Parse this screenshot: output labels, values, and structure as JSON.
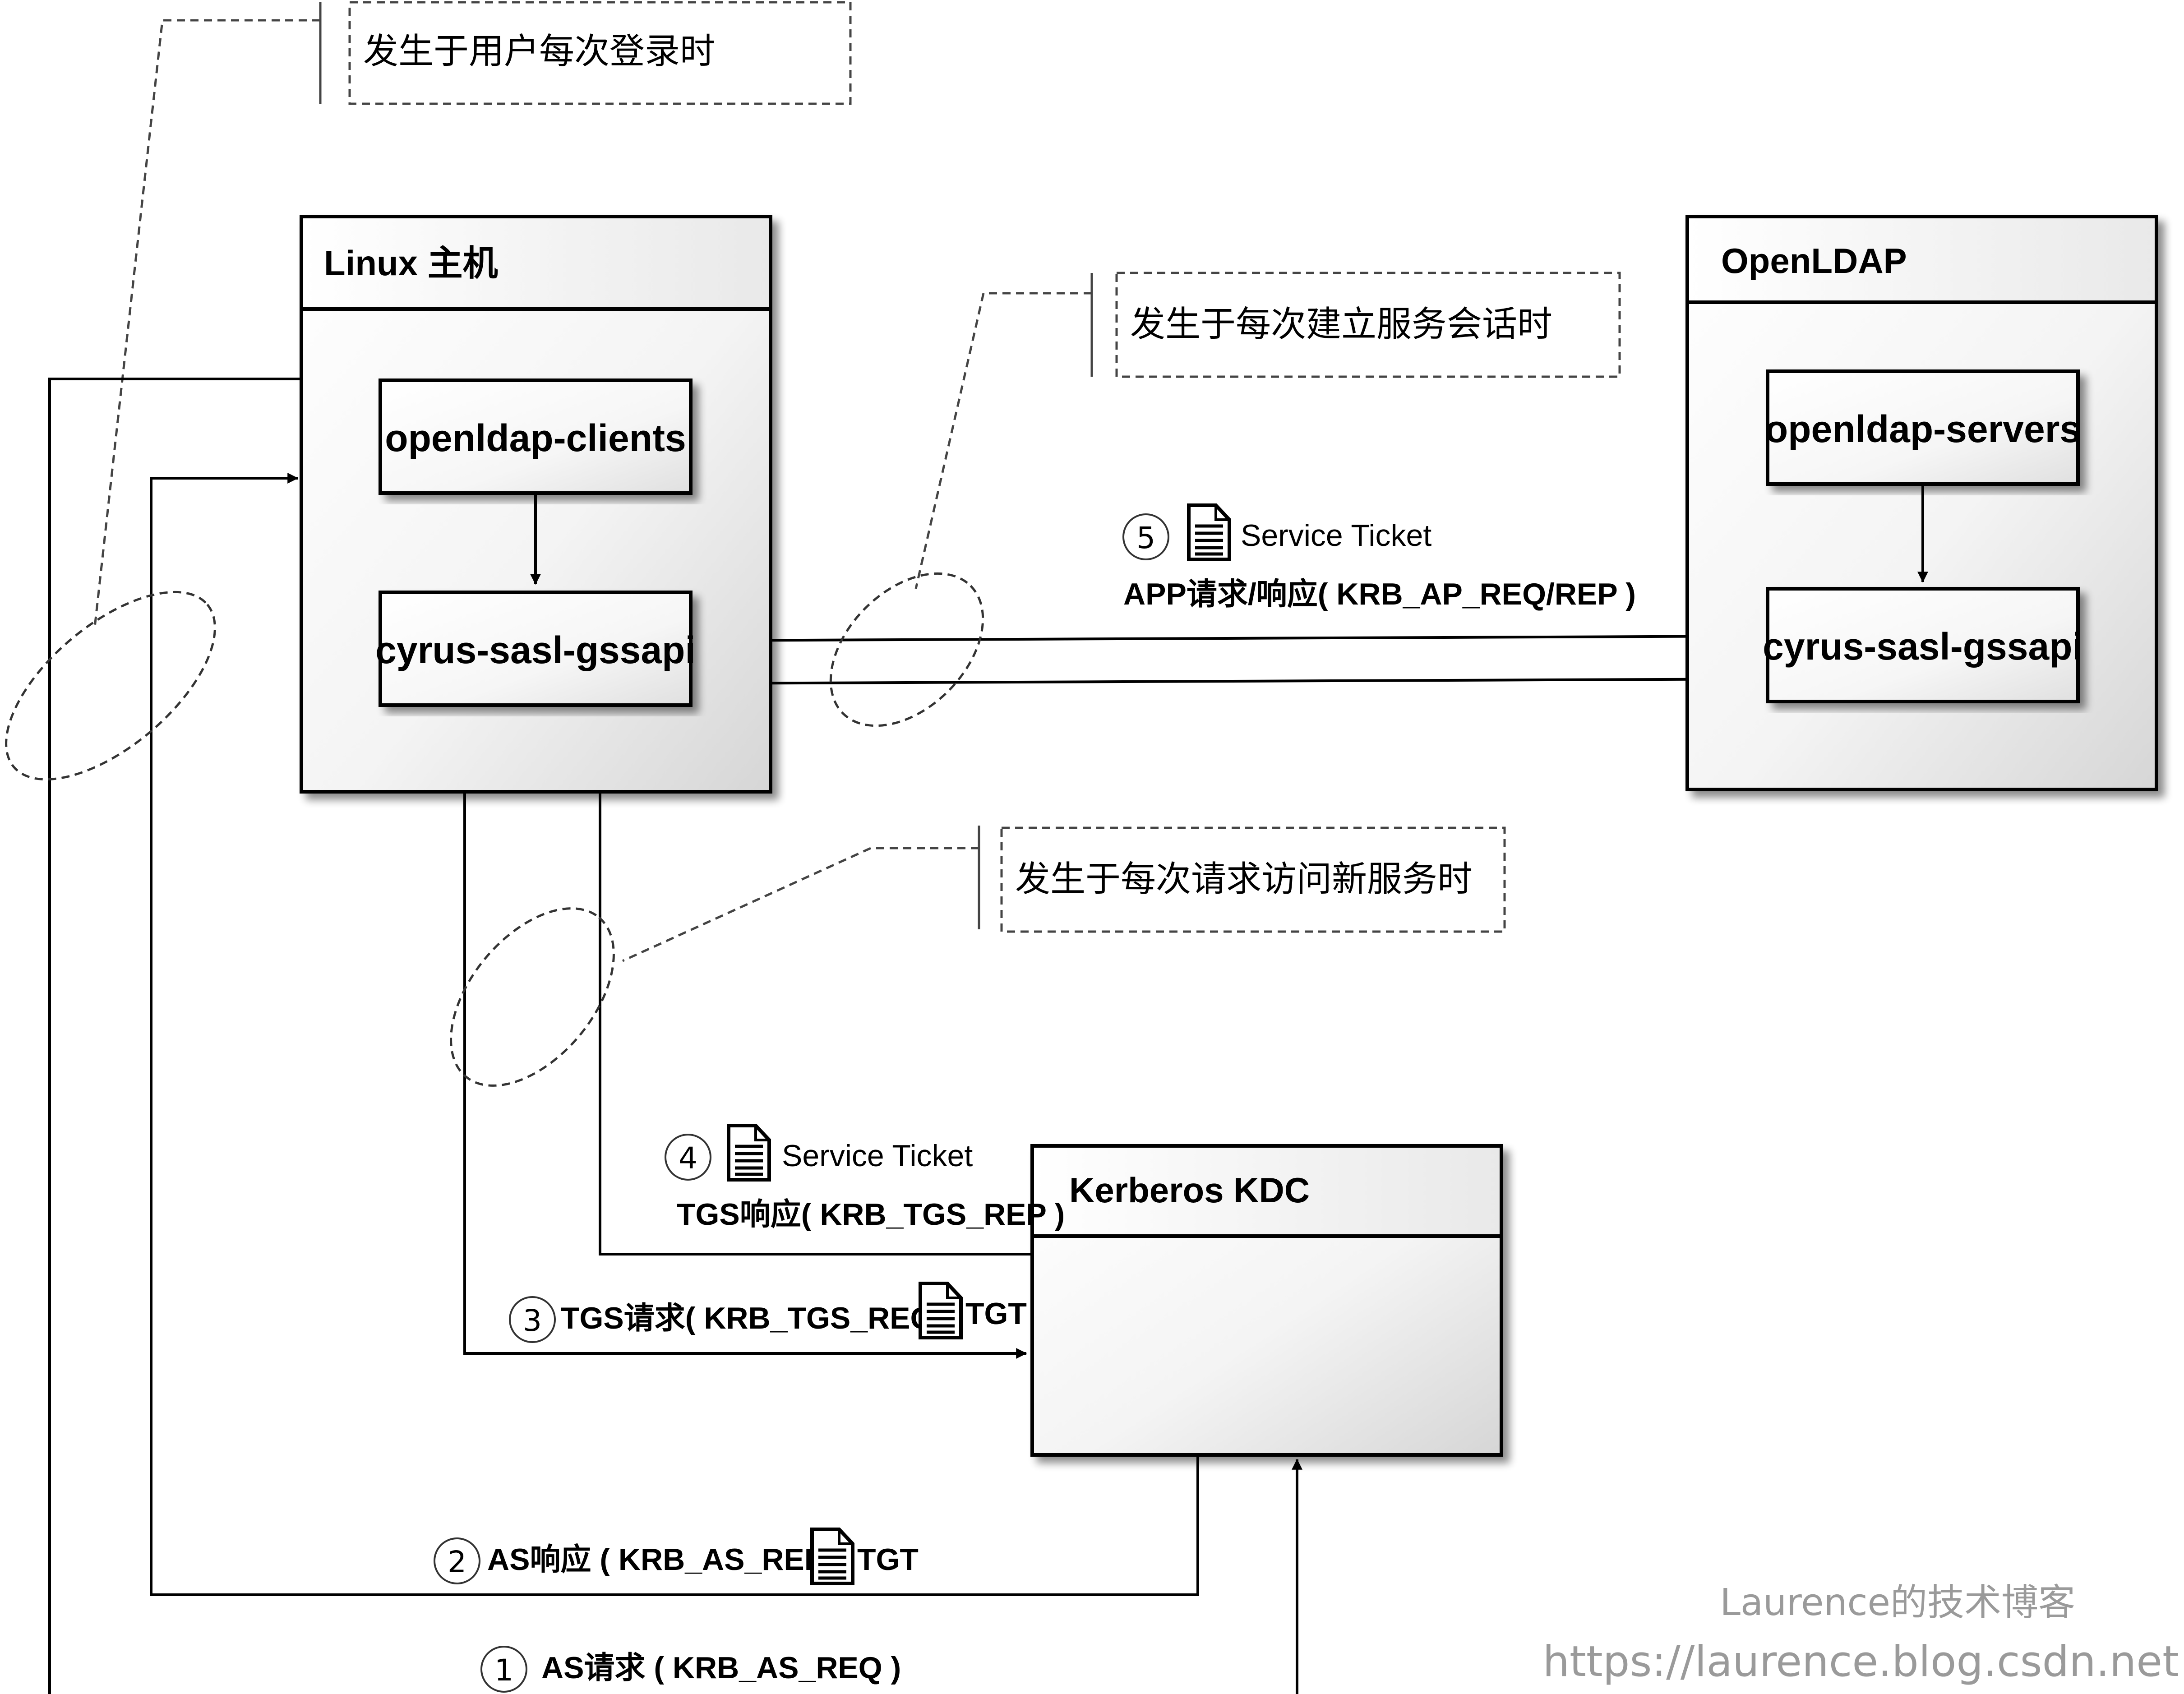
{
  "notes": {
    "login": "发生于用户每次登录时",
    "service_session": "发生于每次建立服务会话时",
    "new_service": "发生于每次请求访问新服务时"
  },
  "hosts": {
    "linux": {
      "title": "Linux 主机",
      "clients": "openldap-clients",
      "gssapi": "cyrus-sasl-gssapi"
    },
    "openldap": {
      "title": "OpenLDAP",
      "servers": "openldap-servers",
      "gssapi": "cyrus-sasl-gssapi"
    },
    "kdc": {
      "title": "Kerberos KDC"
    }
  },
  "steps": [
    {
      "num": "1",
      "label": "AS请求 ( KRB_AS_REQ )"
    },
    {
      "num": "2",
      "label": "AS响应 ( KRB_AS_REP )",
      "ticket": "TGT"
    },
    {
      "num": "3",
      "label": "TGS请求( KRB_TGS_REQ )",
      "ticket": "TGT"
    },
    {
      "num": "4",
      "label": "TGS响应( KRB_TGS_REP )",
      "ticket": "Service Ticket"
    },
    {
      "num": "5",
      "label": "APP请求/响应( KRB_AP_REQ/REP )",
      "ticket": "Service Ticket"
    }
  ],
  "watermark": {
    "line1": "Laurence的技术博客",
    "line2": "https://laurence.blog.csdn.net"
  },
  "colors": {
    "line": "#000000",
    "dashed": "#333333",
    "watermark": "#9a9a9a"
  },
  "icons": [
    "document-icon"
  ]
}
